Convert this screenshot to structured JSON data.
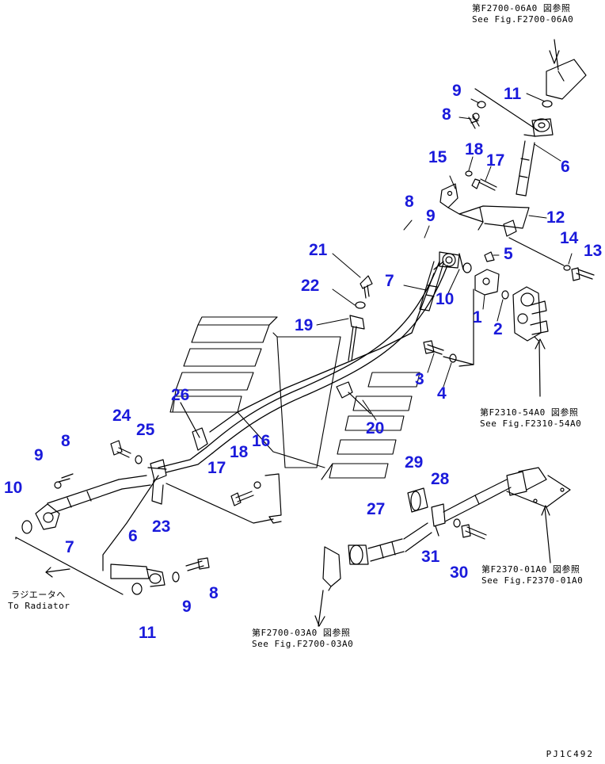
{
  "drawing_id": "PJ1C492",
  "callout_color": "#1a1adb",
  "references": {
    "top": {
      "ja": "第F2700-06A0 図参照",
      "en": "See Fig.F2700-06A0"
    },
    "right_mid": {
      "ja": "第F2310-54A0 図参照",
      "en": "See Fig.F2310-54A0"
    },
    "right_low": {
      "ja": "第F2370-01A0 図参照",
      "en": "See Fig.F2370-01A0"
    },
    "bottom": {
      "ja": "第F2700-03A0 図参照",
      "en": "See Fig.F2700-03A0"
    },
    "radiator": {
      "ja": "ラジエータへ",
      "en": "To Radiator"
    }
  },
  "callouts": {
    "c9_top": "9",
    "c11_top": "11",
    "c8_top": "8",
    "c6_top": "6",
    "c15": "15",
    "c18_top": "18",
    "c17_top": "17",
    "c8_mid": "8",
    "c9_mid": "9",
    "c12": "12",
    "c14": "14",
    "c13": "13",
    "c5": "5",
    "c21": "21",
    "c22": "22",
    "c7_mid": "7",
    "c10_mid": "10",
    "c1": "1",
    "c2": "2",
    "c19": "19",
    "c3": "3",
    "c4": "4",
    "c20": "20",
    "c26": "26",
    "c24": "24",
    "c25": "25",
    "c8_left": "8",
    "c9_left": "9",
    "c18_left": "18",
    "c16": "16",
    "c17_left": "17",
    "c10_left": "10",
    "c23": "23",
    "c7_left": "7",
    "c6_low": "6",
    "c8_low": "8",
    "c9_low": "9",
    "c11_low": "11",
    "c29": "29",
    "c28": "28",
    "c27": "27",
    "c31": "31",
    "c30": "30"
  }
}
